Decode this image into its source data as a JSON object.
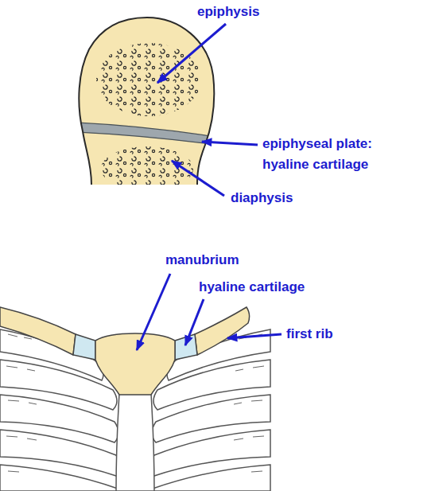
{
  "diagram": {
    "labels": [
      "epiphysis",
      "epiphyseal plate: hyaline cartilage",
      "diaphysis",
      "manubrium",
      "hyaline cartilage",
      "first rib"
    ]
  }
}
